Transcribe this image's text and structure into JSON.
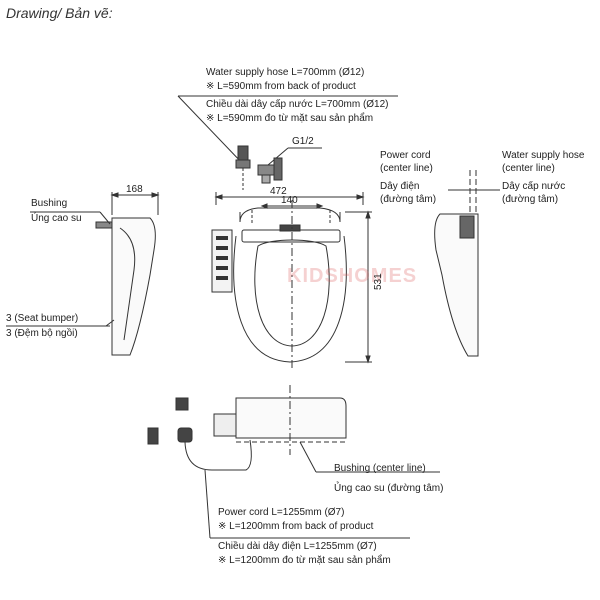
{
  "header": {
    "title": "Drawing/ Bản vẽ:"
  },
  "watermark": "KIDSHOMES",
  "dimensions": {
    "width_top": "472",
    "inner_width": "140",
    "side_depth": "168",
    "length": "531"
  },
  "labels": {
    "water_hose_en_1": "Water supply hose L=700mm (Ø12)",
    "water_hose_en_2": "※ L=590mm from back of product",
    "water_hose_vi_1": "Chiều dài dây cấp nước L=700mm (Ø12)",
    "water_hose_vi_2": "※ L=590mm đo từ mặt sau sản phẩm",
    "thread": "G1/2",
    "power_cord_center_en_1": "Power cord",
    "power_cord_center_en_2": "(center line)",
    "power_cord_center_vi_1": "Dây điện",
    "power_cord_center_vi_2": "(đường tâm)",
    "water_hose_center_en_1": "Water supply hose",
    "water_hose_center_en_2": "(center line)",
    "water_hose_center_vi_1": "Dây cấp nước",
    "water_hose_center_vi_2": "(đường tâm)",
    "bushing_en": "Bushing",
    "bushing_vi": "Ủng cao su",
    "seat_bumper_en": "3 (Seat bumper)",
    "seat_bumper_vi": "3 (Đệm bộ ngồi)",
    "bushing_center_en": "Bushing (center line)",
    "bushing_center_vi": "Ủng cao su (đường tâm)",
    "power_cord_en_1": "Power cord L=1255mm (Ø7)",
    "power_cord_en_2": "※ L=1200mm from back of product",
    "power_cord_vi_1": "Chiều dài dây điện L=1255mm (Ø7)",
    "power_cord_vi_2": "※ L=1200mm đo từ mặt sau sản phẩm"
  }
}
